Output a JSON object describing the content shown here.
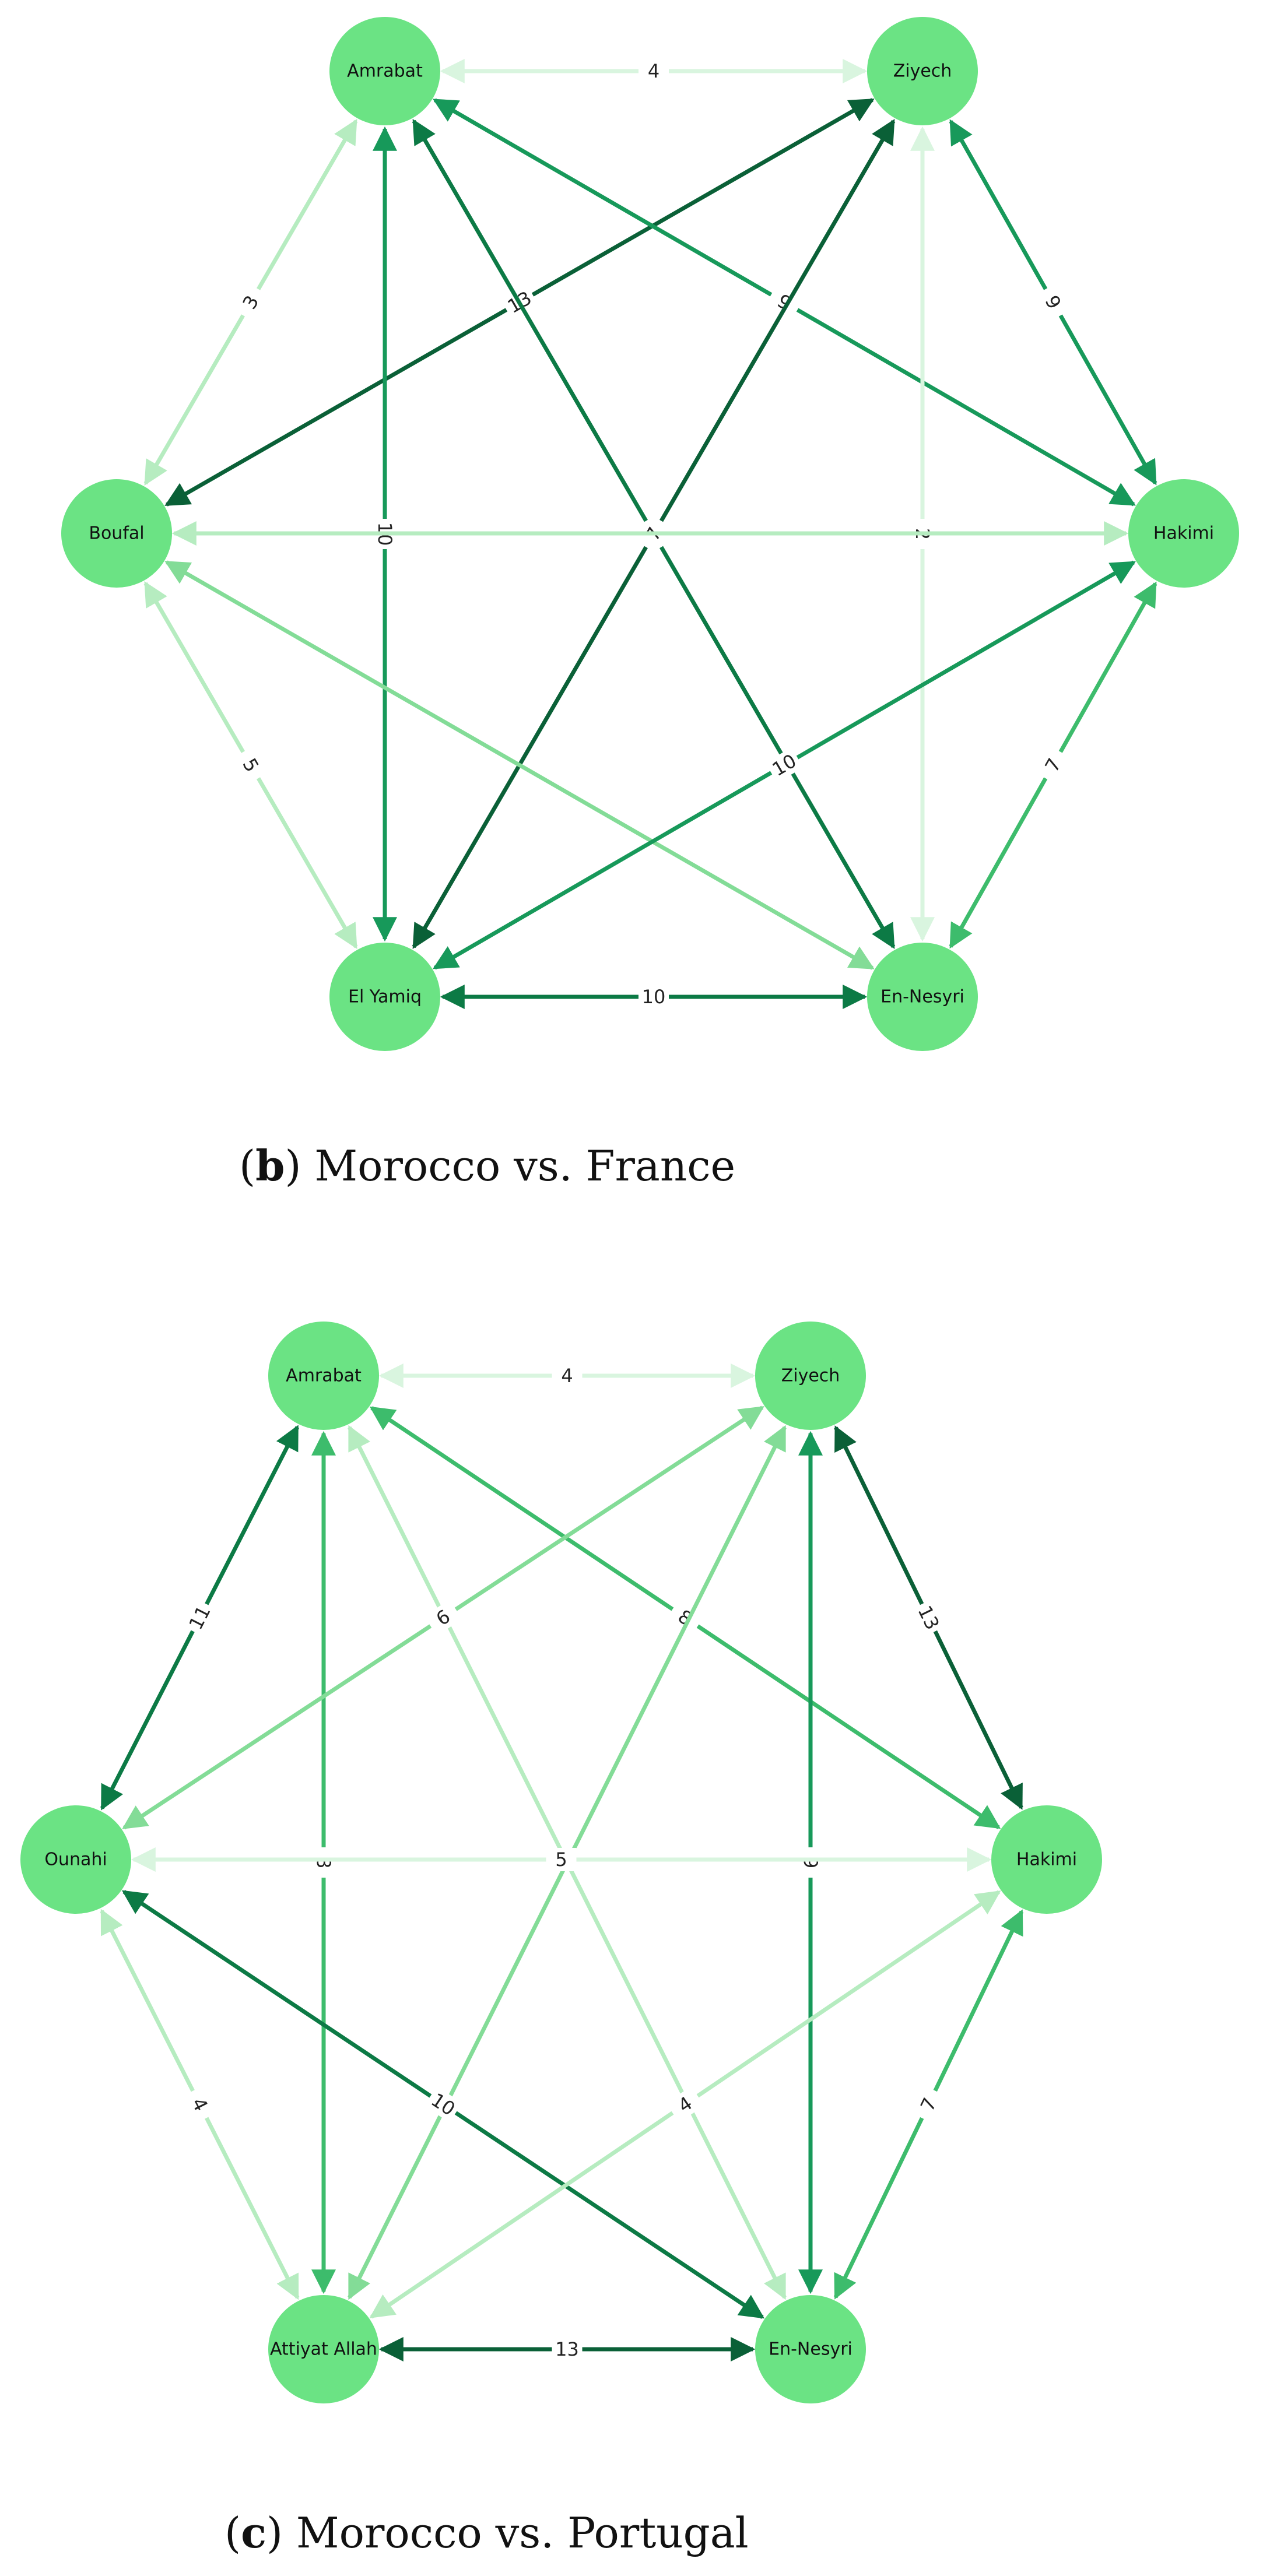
{
  "colors": {
    "node_fill": "#6be384",
    "edge_scale": [
      "#d9f5df",
      "#b6ecc0",
      "#83dc97",
      "#3dbc6c",
      "#17995a",
      "#0c7a45",
      "#0a6037"
    ]
  },
  "diagrams": [
    {
      "caption": {
        "letter": "b",
        "text": ") Morocco vs. France",
        "open": "("
      },
      "nodes": [
        {
          "id": "amrabat",
          "label": "Amrabat"
        },
        {
          "id": "ziyech",
          "label": "Ziyech"
        },
        {
          "id": "boufal",
          "label": "Boufal"
        },
        {
          "id": "hakimi",
          "label": "Hakimi"
        },
        {
          "id": "elyamiq",
          "label": "El Yamiq"
        },
        {
          "id": "ennesyri",
          "label": "En-Nesyri"
        }
      ],
      "edges": [
        {
          "from": "amrabat",
          "to": "ziyech",
          "weight": "4",
          "level": 0
        },
        {
          "from": "amrabat",
          "to": "boufal",
          "weight": "3",
          "level": 1
        },
        {
          "from": "ziyech",
          "to": "boufal",
          "weight": "13",
          "level": 6
        },
        {
          "from": "amrabat",
          "to": "hakimi",
          "weight": "9",
          "level": 4
        },
        {
          "from": "amrabat",
          "to": "elyamiq",
          "weight": "10",
          "level": 4
        },
        {
          "from": "amrabat",
          "to": "ennesyri",
          "weight": "11",
          "level": 5
        },
        {
          "from": "ziyech",
          "to": "elyamiq",
          "weight": "7",
          "level": 6
        },
        {
          "from": "ziyech",
          "to": "hakimi",
          "weight": "9",
          "level": 4
        },
        {
          "from": "ziyech",
          "to": "ennesyri",
          "weight": "2",
          "level": 0
        },
        {
          "from": "boufal",
          "to": "hakimi",
          "weight": "",
          "level": 1
        },
        {
          "from": "boufal",
          "to": "elyamiq",
          "weight": "5",
          "level": 1
        },
        {
          "from": "boufal",
          "to": "ennesyri",
          "weight": "",
          "level": 2
        },
        {
          "from": "hakimi",
          "to": "elyamiq",
          "weight": "10",
          "level": 4
        },
        {
          "from": "hakimi",
          "to": "ennesyri",
          "weight": "7",
          "level": 3
        },
        {
          "from": "elyamiq",
          "to": "ennesyri",
          "weight": "10",
          "level": 5
        }
      ]
    },
    {
      "caption": {
        "letter": "c",
        "text": ") Morocco vs. Portugal",
        "open": "("
      },
      "nodes": [
        {
          "id": "amrabat",
          "label": "Amrabat"
        },
        {
          "id": "ziyech",
          "label": "Ziyech"
        },
        {
          "id": "ounahi",
          "label": "Ounahi"
        },
        {
          "id": "hakimi",
          "label": "Hakimi"
        },
        {
          "id": "attiyat",
          "label": "Attiyat Allah"
        },
        {
          "id": "ennesyri",
          "label": "En-Nesyri"
        }
      ],
      "edges": [
        {
          "from": "amrabat",
          "to": "ziyech",
          "weight": "4",
          "level": 0
        },
        {
          "from": "amrabat",
          "to": "ounahi",
          "weight": "11",
          "level": 5
        },
        {
          "from": "amrabat",
          "to": "hakimi",
          "weight": "8",
          "level": 3
        },
        {
          "from": "amrabat",
          "to": "attiyat",
          "weight": "8",
          "level": 3
        },
        {
          "from": "amrabat",
          "to": "ennesyri",
          "weight": "",
          "level": 1
        },
        {
          "from": "ounahi",
          "to": "ziyech",
          "weight": "6",
          "level": 2
        },
        {
          "from": "ziyech",
          "to": "hakimi",
          "weight": "13",
          "level": 6
        },
        {
          "from": "ziyech",
          "to": "ennesyri",
          "weight": "9",
          "level": 4
        },
        {
          "from": "attiyat",
          "to": "ziyech",
          "weight": "",
          "level": 2
        },
        {
          "from": "ounahi",
          "to": "hakimi",
          "weight": "5",
          "level": 0
        },
        {
          "from": "ounahi",
          "to": "attiyat",
          "weight": "4",
          "level": 1
        },
        {
          "from": "ounahi",
          "to": "ennesyri",
          "weight": "10",
          "level": 5
        },
        {
          "from": "hakimi",
          "to": "attiyat",
          "weight": "4",
          "level": 1
        },
        {
          "from": "hakimi",
          "to": "ennesyri",
          "weight": "7",
          "level": 3
        },
        {
          "from": "ennesyri",
          "to": "attiyat",
          "weight": "13",
          "level": 6
        }
      ]
    }
  ]
}
